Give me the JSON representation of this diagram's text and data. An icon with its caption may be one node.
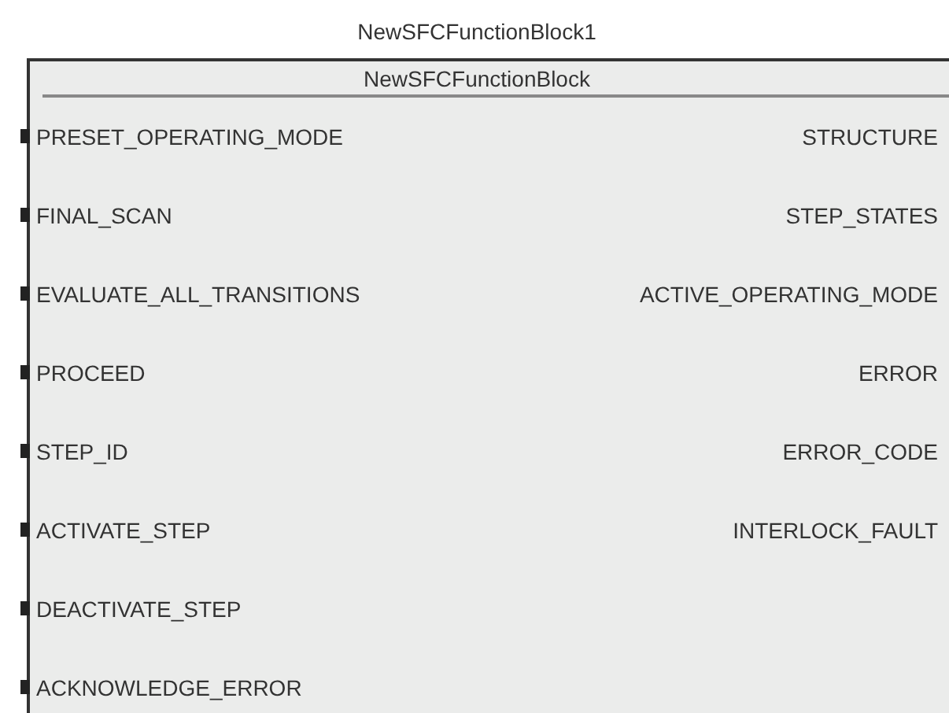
{
  "diagram": {
    "nodes": [
      {
        "text": [
          "NewSFCFunctionBlock1",
          "NewSFCFunctionBlock"
        ]
      }
    ],
    "labels": [
      "PRESET_OPERATING_MODE",
      "STRUCTURE",
      "FINAL_SCAN",
      "STEP_STATES",
      "EVALUATE_ALL_TRANSITIONS",
      "ACTIVE_OPERATING_MODE",
      "PROCEED",
      "ERROR",
      "STEP_ID",
      "ERROR_CODE",
      "ACTIVATE_STEP",
      "INTERLOCK_FAULT",
      "DEACTIVATE_STEP",
      "ACKNOWLEDGE_ERROR"
    ]
  }
}
